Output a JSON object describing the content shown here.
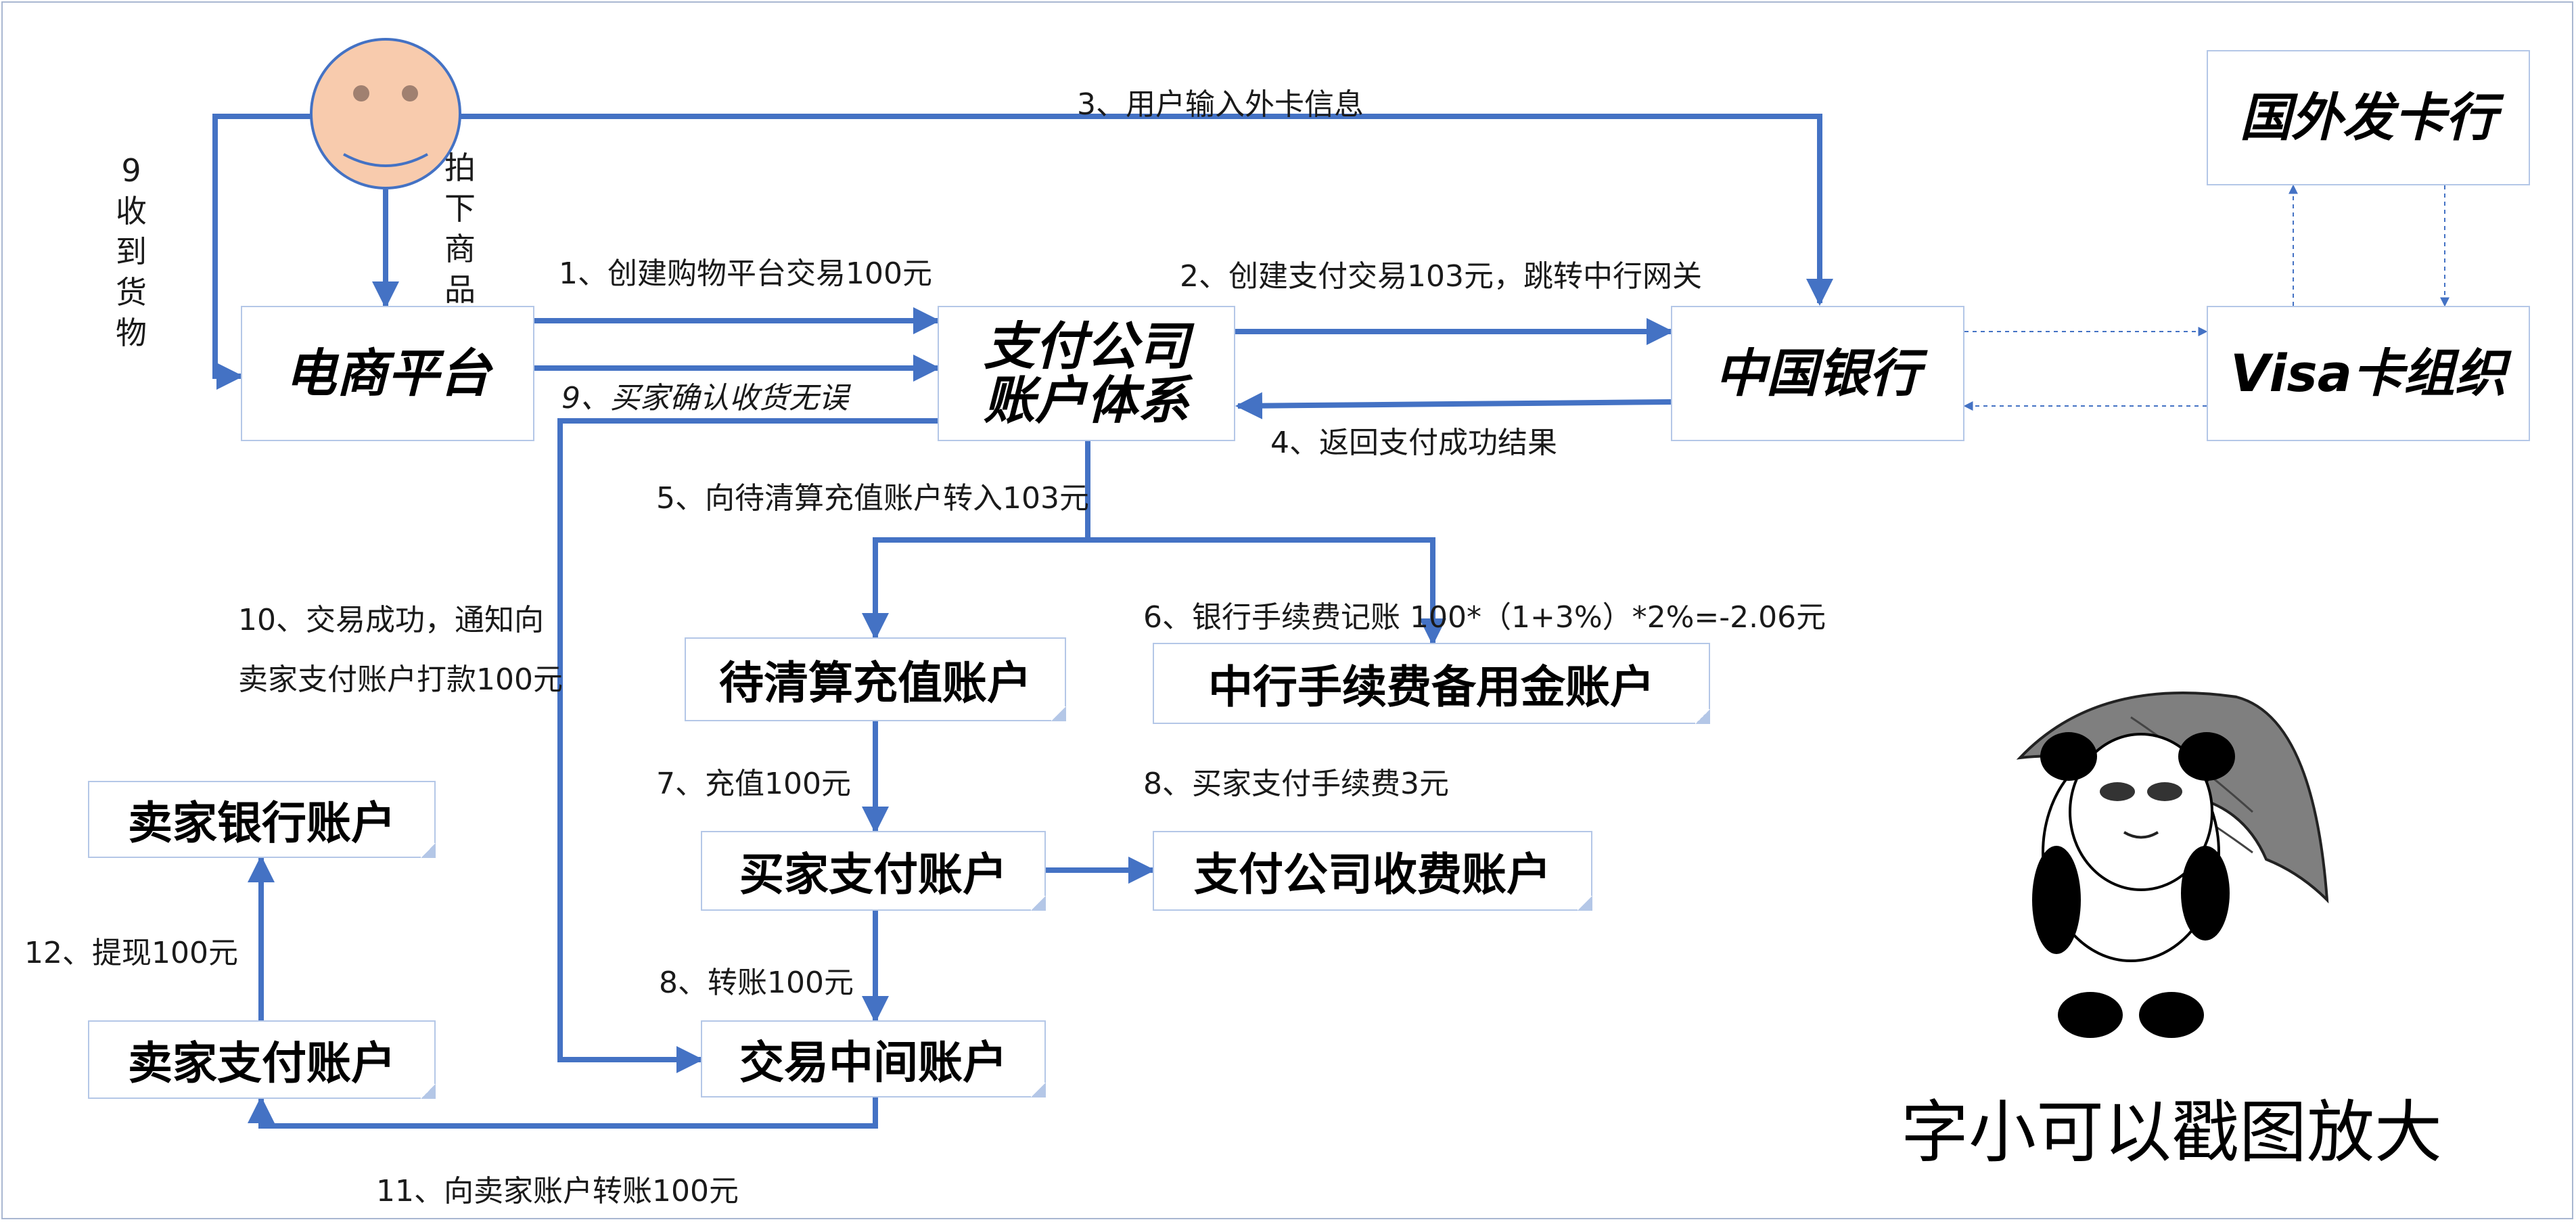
{
  "nodes": {
    "ecommerce": "电商平台",
    "payco_line1": "支付公司",
    "payco_line2": "账户体系",
    "boc": "中国银行",
    "visa": "Visa卡组织",
    "issuer": "国外发卡行",
    "pending_recharge": "待清算充值账户",
    "boc_fee_reserve": "中行手续费备用金账户",
    "buyer_pay": "买家支付账户",
    "payco_fee": "支付公司收费账户",
    "middle": "交易中间账户",
    "seller_bank": "卖家银行账户",
    "seller_pay": "卖家支付账户"
  },
  "labels": {
    "s1": "1、创建购物平台交易100元",
    "s2": "2、创建支付交易103元，跳转中行网关",
    "s3": "3、用户输入外卡信息",
    "s4": "4、返回支付成功结果",
    "s5": "5、向待清算充值账户转入103元",
    "s6": "6、银行手续费记账 100*（1+3%）*2%=-2.06元",
    "s7": "7、充值100元",
    "s8a": "8、买家支付手续费3元",
    "s8b": "8、转账100元",
    "s9": "9、买家确认收货无误",
    "s10_line1": "10、交易成功，通知向",
    "s10_line2": "卖家支付账户打款100元",
    "s11": "11、向卖家账户转账100元",
    "s12": "12、提现100元",
    "s9_vertical": [
      "9",
      "收",
      "到",
      "货",
      "物"
    ],
    "buy_vertical": [
      "拍",
      "下",
      "商",
      "品"
    ]
  },
  "note": "字小可以戳图放大",
  "colors": {
    "arrow": "#4472c4",
    "box_border": "#b4c7e7",
    "face": "#f8cbad"
  }
}
